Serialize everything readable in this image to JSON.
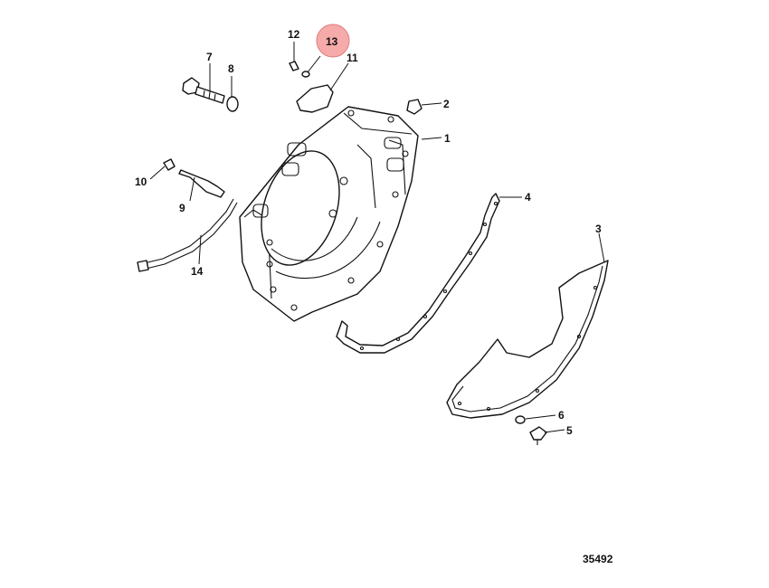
{
  "diagram": {
    "reference_id": "35492",
    "highlight_color": "#f6aaaa",
    "callouts": {
      "c1": "1",
      "c2": "2",
      "c3": "3",
      "c4": "4",
      "c5": "5",
      "c6": "6",
      "c7": "7",
      "c8": "8",
      "c9": "9",
      "c10": "10",
      "c11": "11",
      "c12": "12",
      "c13": "13",
      "c14": "14"
    }
  }
}
